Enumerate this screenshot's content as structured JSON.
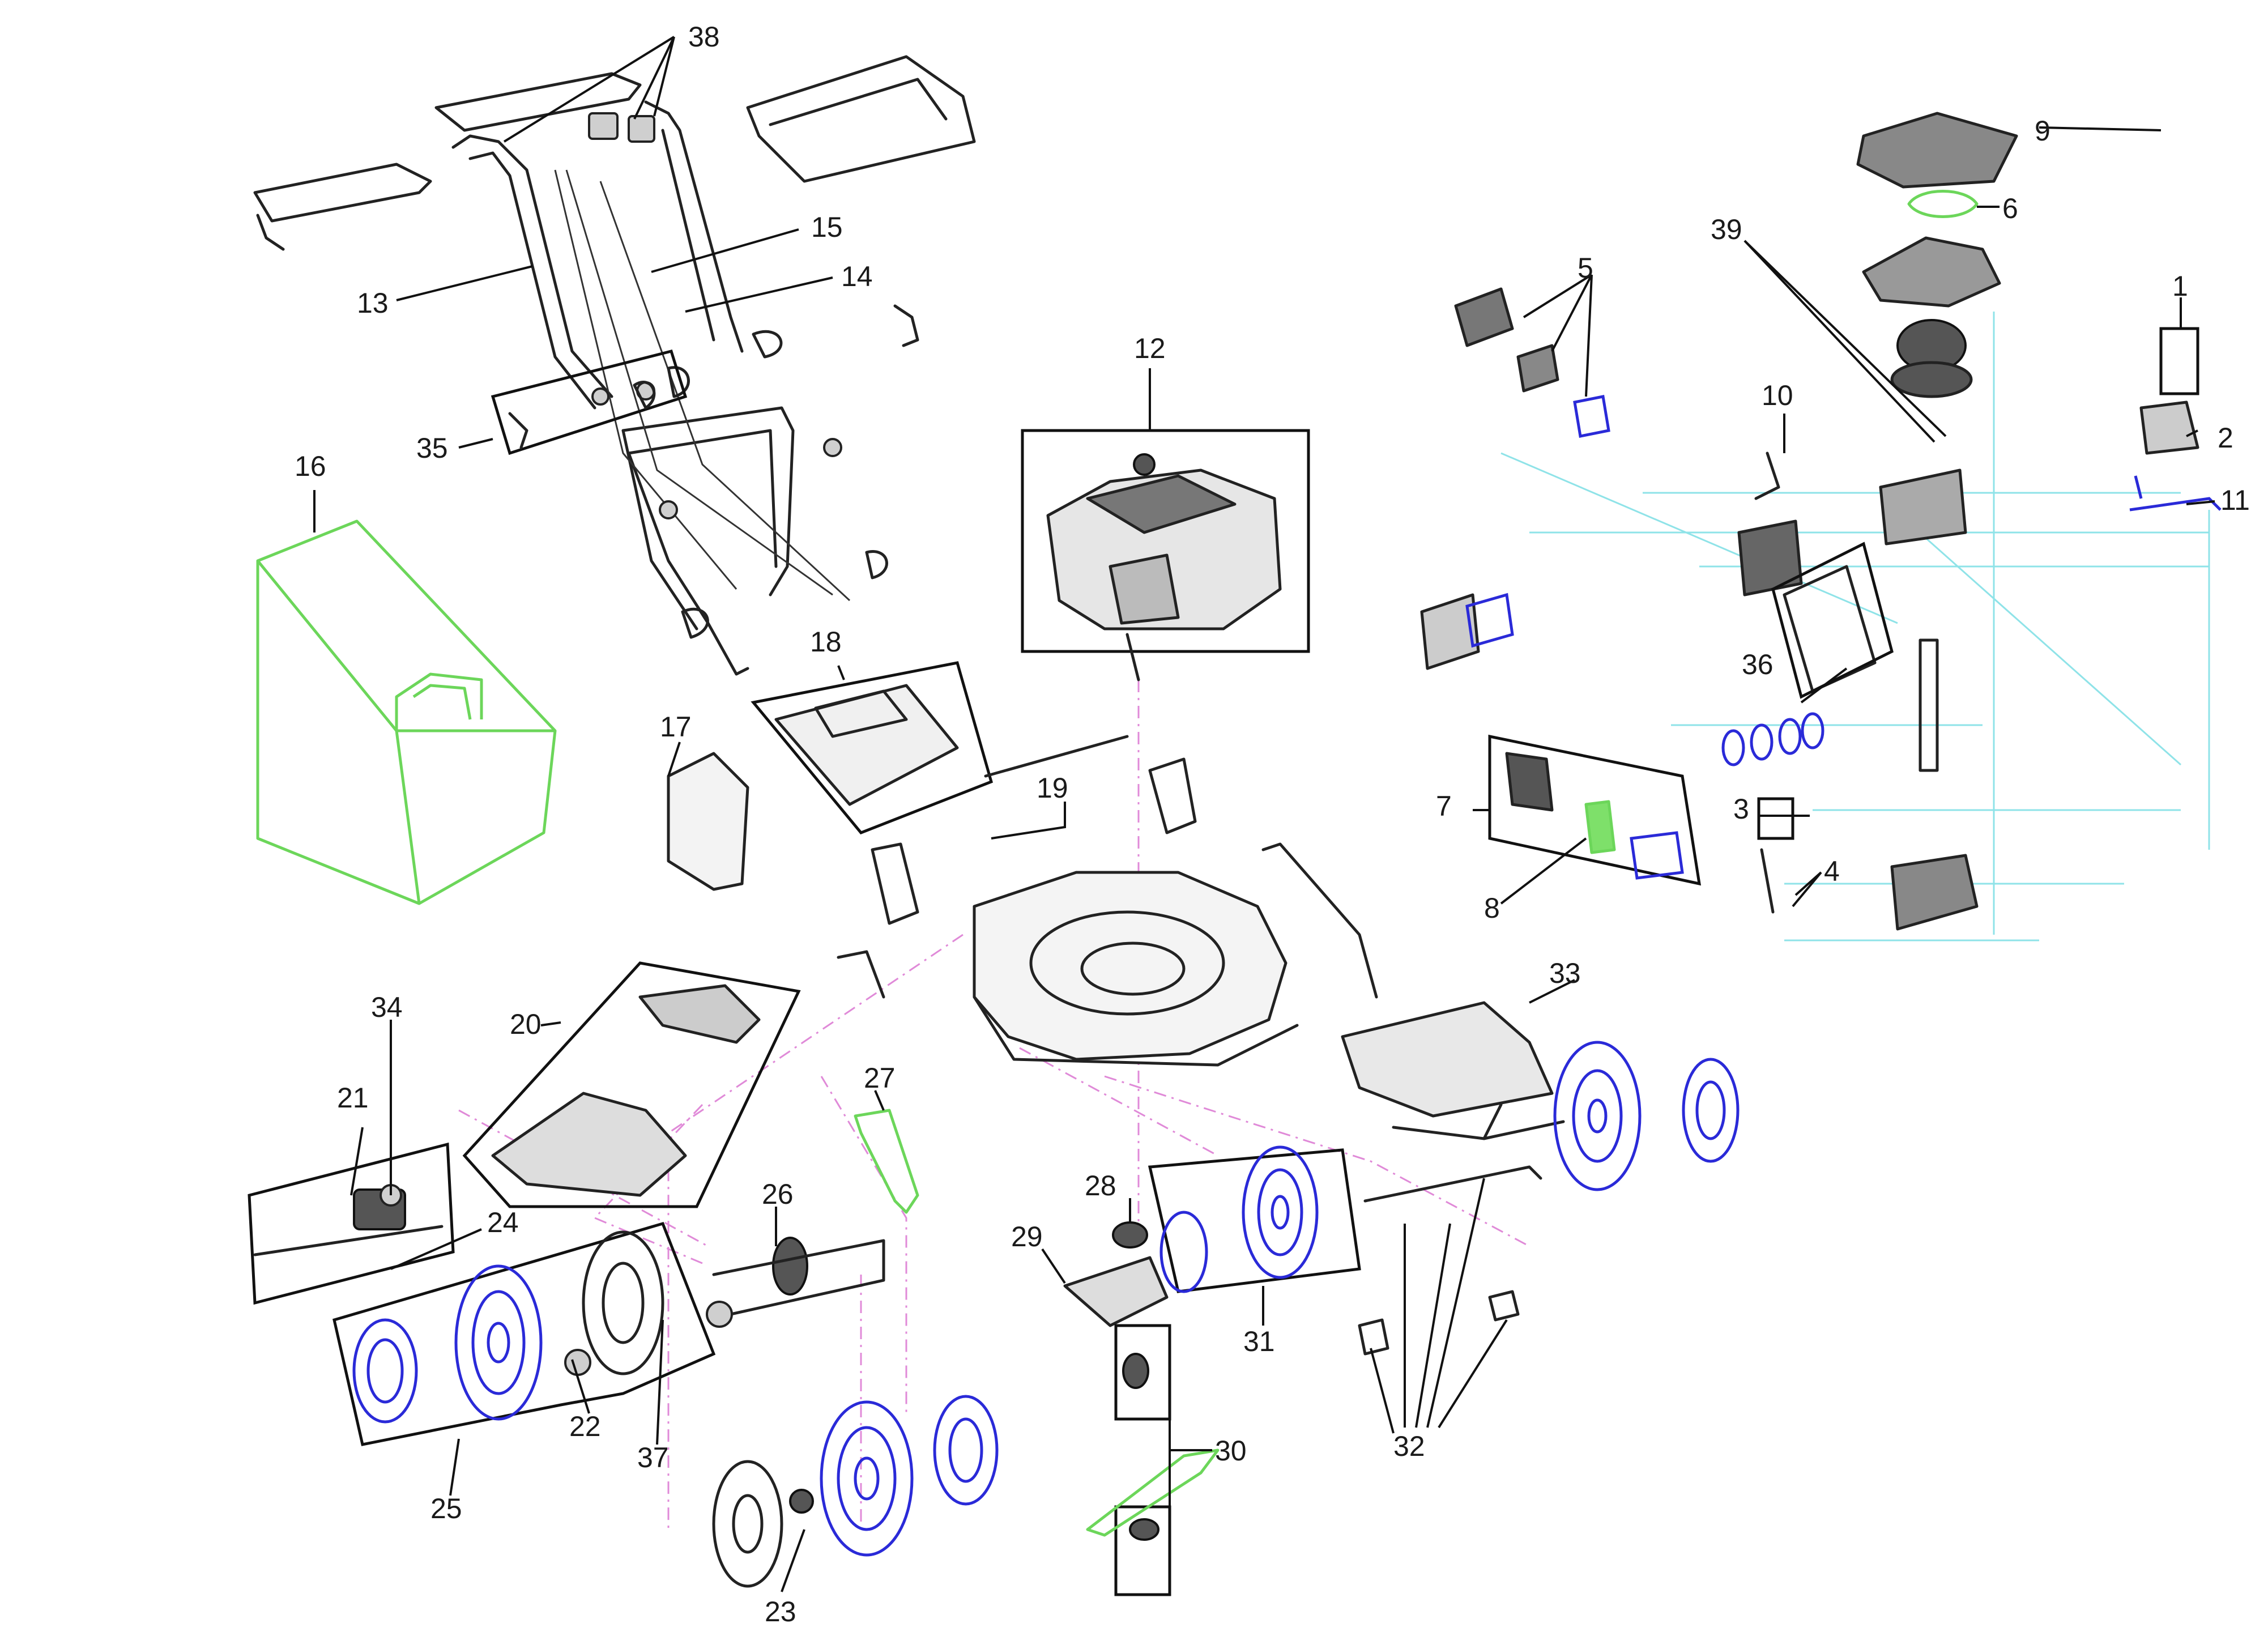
{
  "diagram": {
    "part_labels": [
      "1",
      "2",
      "3",
      "4",
      "5",
      "6",
      "7",
      "8",
      "9",
      "10",
      "11",
      "12",
      "13",
      "14",
      "15",
      "16",
      "17",
      "18",
      "19",
      "20",
      "21",
      "22",
      "23",
      "24",
      "25",
      "26",
      "27",
      "28",
      "29",
      "30",
      "31",
      "32",
      "33",
      "34",
      "35",
      "36",
      "37",
      "38",
      "39"
    ],
    "highlight_colors": {
      "green": "#6cd65a",
      "blue": "#2a2ad8",
      "pink_guides": "#e08ad8",
      "cyan_guides": "#8fe3e8",
      "line": "#222222"
    }
  }
}
